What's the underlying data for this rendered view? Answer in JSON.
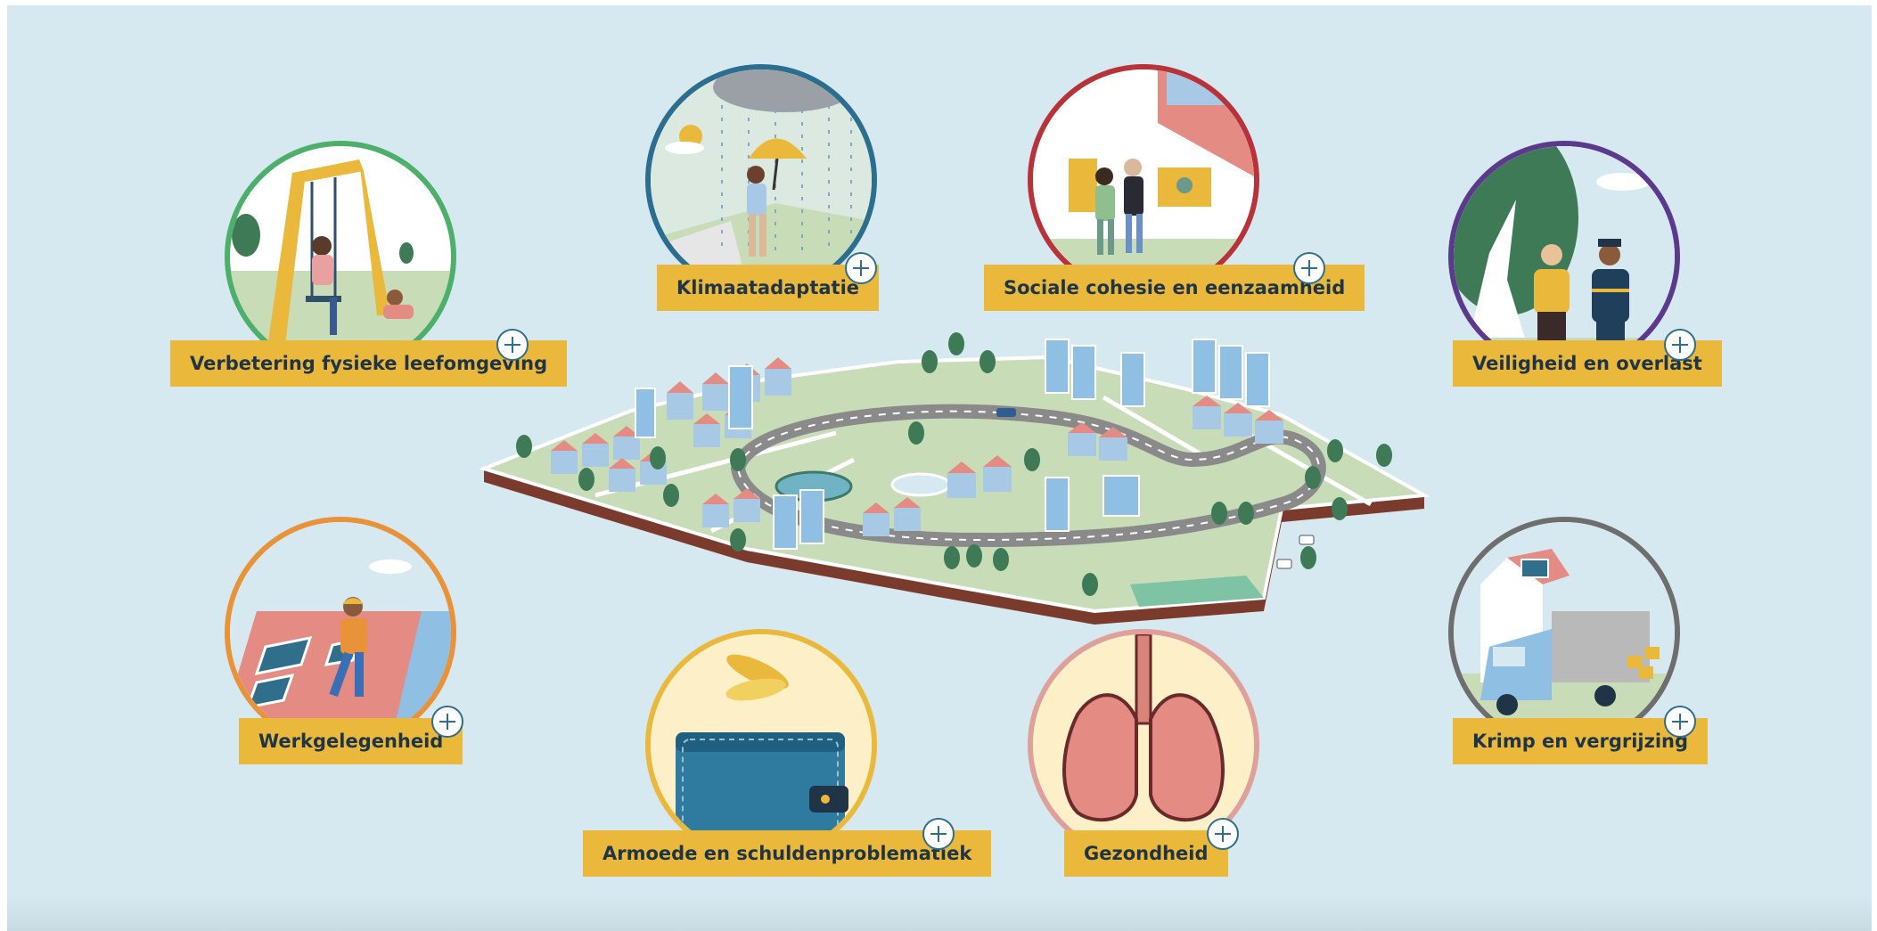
{
  "themes": [
    {
      "id": "leefomgeving",
      "label": "Verbetering fysieke leefomgeving",
      "icon": "swing-playground-icon",
      "color": "#4caf6a"
    },
    {
      "id": "klimaat",
      "label": "Klimaatadaptatie",
      "icon": "umbrella-rain-icon",
      "color": "#2c6e8f"
    },
    {
      "id": "cohesie",
      "label": "Sociale cohesie en eenzaamheid",
      "icon": "neighbours-house-icon",
      "color": "#b8323a"
    },
    {
      "id": "veiligheid",
      "label": "Veiligheid en overlast",
      "icon": "police-officer-icon",
      "color": "#5b3a8e"
    },
    {
      "id": "werk",
      "label": "Werkgelegenheid",
      "icon": "solar-worker-icon",
      "color": "#e8923a"
    },
    {
      "id": "armoede",
      "label": "Armoede en schuldenproblematiek",
      "icon": "wallet-icon",
      "color": "#eab83a"
    },
    {
      "id": "gezondheid",
      "label": "Gezondheid",
      "icon": "lungs-icon",
      "color": "#e0a09a"
    },
    {
      "id": "krimp",
      "label": "Krimp en vergrijzing",
      "icon": "moving-truck-icon",
      "color": "#6e6e6e"
    }
  ],
  "map": {
    "icon": "isometric-neighbourhood-map"
  }
}
